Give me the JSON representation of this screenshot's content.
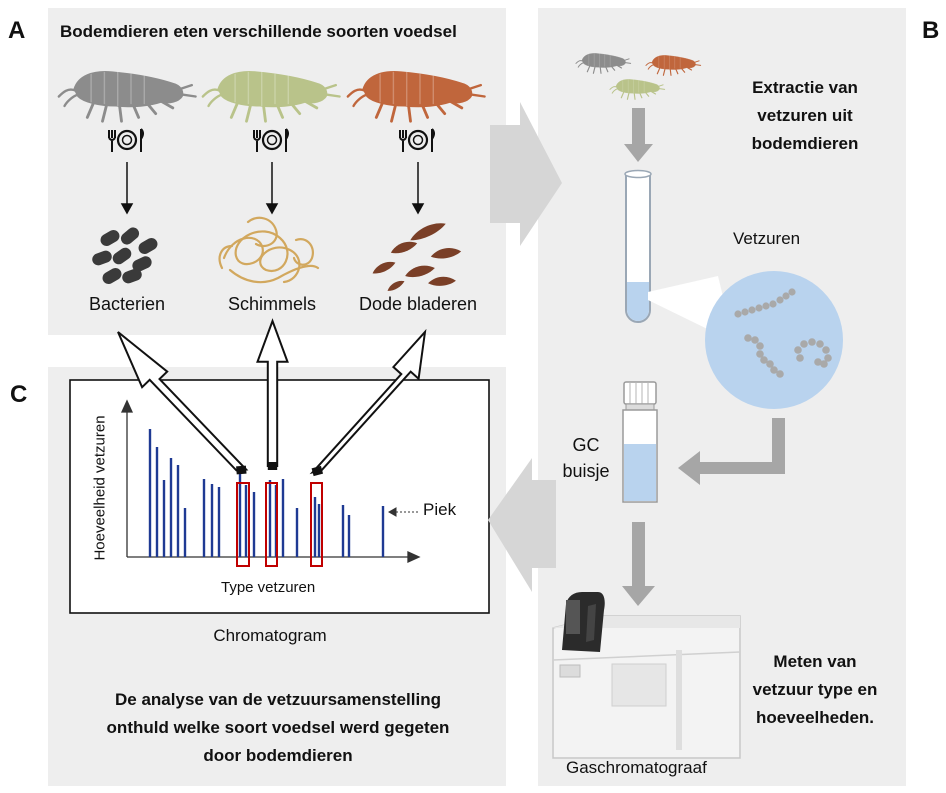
{
  "panels": {
    "a": {
      "letter": "A",
      "title": "Bodemdieren eten verschillende soorten voedsel",
      "foods": [
        "Bacterien",
        "Schimmels",
        "Dode bladeren"
      ]
    },
    "b": {
      "letter": "B",
      "extraction": [
        "Extractie van",
        "vetzuren uit",
        "bodemdieren"
      ],
      "fatty_acids_label": "Vetzuren",
      "gc_vial_label": [
        "GC",
        "buisje"
      ],
      "measure": [
        "Meten van",
        "vetzuur type en",
        "hoeveelheden."
      ],
      "instrument_label": "Gaschromatograaf"
    },
    "c": {
      "letter": "C",
      "y_axis_label": "Hoeveelheid vetzuren",
      "x_axis_label": "Type vetzuren",
      "peak_label": "Piek",
      "chart_caption": "Chromatogram",
      "conclusion": [
        "De analyse van de vetzuursamenstelling",
        "onthuld welke soort voedsel werd gegeten",
        "door bodemdieren"
      ]
    }
  },
  "colors": {
    "panel_bg": "#eeeeee",
    "peak": "#1f3a93",
    "highlight_box": "#c00000",
    "arrow_gray": "#a6a6a6",
    "animal_gray": "#8c8c8c",
    "animal_green": "#b9c38a",
    "animal_orange": "#c0663c",
    "liquid_blue": "#b9d3ee"
  },
  "icons": [
    "cutlery-icon",
    "bacteria-icon",
    "fungi-icon",
    "leaves-icon",
    "test-tube-icon",
    "vial-icon",
    "gas-chromatograph-icon"
  ]
}
